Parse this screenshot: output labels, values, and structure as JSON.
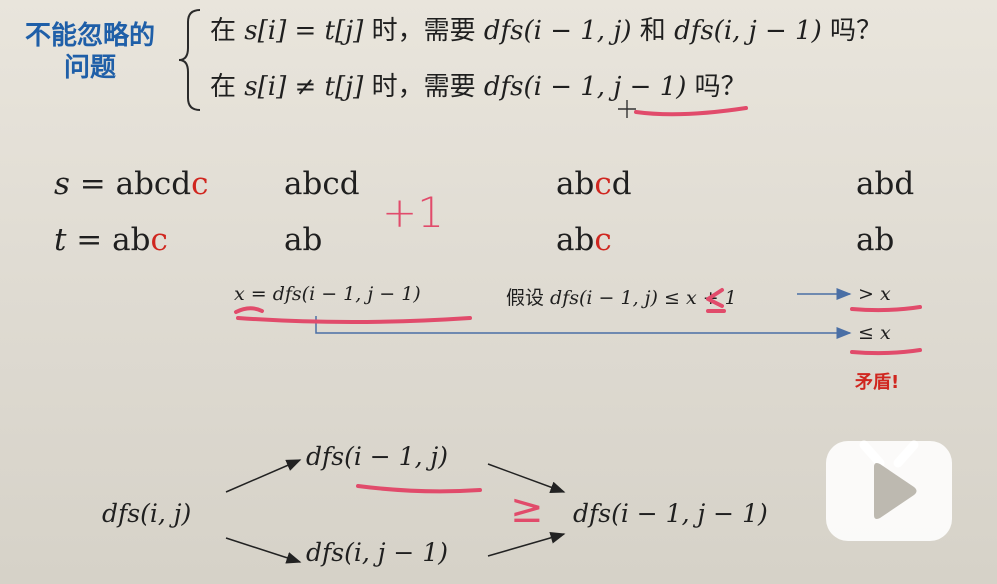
{
  "header": {
    "title_line1": "不能忽略的",
    "title_line2": "问题",
    "q1": {
      "prefix": "在 ",
      "cond": "s[i] = t[j]",
      "mid": " 时，需要 ",
      "call1": "dfs(i − 1, j)",
      "conj": " 和 ",
      "call2": "dfs(i, j − 1)",
      "suffix": " 吗？"
    },
    "q2": {
      "prefix": "在 ",
      "cond": "s[i] ≠ t[j]",
      "mid": " 时，需要 ",
      "call": "dfs(i − 1, j − 1)",
      "suffix": " 吗？"
    }
  },
  "example": {
    "s_label": "s = ",
    "s_black": "abcd",
    "s_red": "c",
    "t_label": "t = ",
    "t_black": "ab",
    "t_red": "c",
    "c2_s": "abcd",
    "c2_t": "ab",
    "plus_one": "+1",
    "c3_s_a": "ab",
    "c3_s_red": "c",
    "c3_s_b": "d",
    "c3_t_a": "ab",
    "c3_t_red": "c",
    "c4_s": "abd",
    "c4_t": "ab"
  },
  "reasoning": {
    "x_def": "x = dfs(i − 1, j − 1)",
    "assume_cn": "假设 ",
    "assume_math": "dfs(i − 1, j) ≤ x + 1",
    "gt_x": "> x",
    "le_x": "≤ x",
    "contradiction": "矛盾!"
  },
  "diagram": {
    "root": "dfs(i, j)",
    "up": "dfs(i − 1, j)",
    "down": "dfs(i, j − 1)",
    "target": "dfs(i − 1, j − 1)",
    "ge": "≥"
  },
  "colors": {
    "title": "#1f5fa8",
    "highlight": "#d0261f",
    "annotation": "#e14b6b",
    "arrow": "#4a6fa5"
  },
  "icons": {
    "watermark": "bilibili-tv-icon"
  }
}
